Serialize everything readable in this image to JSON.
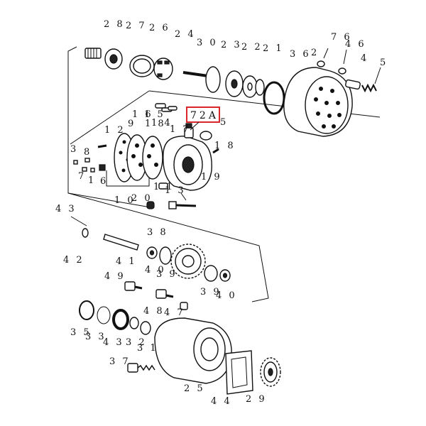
{
  "diagram": {
    "highlight": {
      "text": "72A",
      "color": "#d9262b"
    },
    "labels": [
      {
        "id": "28",
        "text": "2 8"
      },
      {
        "id": "27",
        "text": "2 7"
      },
      {
        "id": "26",
        "text": "2 6"
      },
      {
        "id": "24",
        "text": "2 4"
      },
      {
        "id": "30",
        "text": "3 0"
      },
      {
        "id": "23",
        "text": "2 3"
      },
      {
        "id": "22",
        "text": "2 2"
      },
      {
        "id": "21",
        "text": "2 1"
      },
      {
        "id": "36",
        "text": "3 6"
      },
      {
        "id": "2a",
        "text": "2"
      },
      {
        "id": "7-6",
        "text": "7 6"
      },
      {
        "id": "4-6",
        "text": "4 6"
      },
      {
        "id": "4a",
        "text": "4"
      },
      {
        "id": "5a",
        "text": "5"
      },
      {
        "id": "16",
        "text": "1 6"
      },
      {
        "id": "15",
        "text": "1 5"
      },
      {
        "id": "18a",
        "text": "1 8"
      },
      {
        "id": "5b",
        "text": "5"
      },
      {
        "id": "12",
        "text": "1 2"
      },
      {
        "id": "9",
        "text": "9"
      },
      {
        "id": "14",
        "text": "1 4"
      },
      {
        "id": "17",
        "text": "1 7"
      },
      {
        "id": "18b",
        "text": "1 8"
      },
      {
        "id": "3a",
        "text": "3"
      },
      {
        "id": "8a",
        "text": "8"
      },
      {
        "id": "7a",
        "text": "7"
      },
      {
        "id": "1a",
        "text": "1"
      },
      {
        "id": "6a",
        "text": "6"
      },
      {
        "id": "11",
        "text": "1 1"
      },
      {
        "id": "13",
        "text": "1 3"
      },
      {
        "id": "19",
        "text": "1 9"
      },
      {
        "id": "10",
        "text": "1 0"
      },
      {
        "id": "20",
        "text": "2 0"
      },
      {
        "id": "43",
        "text": "4 3"
      },
      {
        "id": "42",
        "text": "4 2"
      },
      {
        "id": "41",
        "text": "4 1"
      },
      {
        "id": "38",
        "text": "3 8"
      },
      {
        "id": "40a",
        "text": "4 0"
      },
      {
        "id": "39a",
        "text": "3 9"
      },
      {
        "id": "49",
        "text": "4 9"
      },
      {
        "id": "39b",
        "text": "3 9"
      },
      {
        "id": "40b",
        "text": "4 0"
      },
      {
        "id": "48",
        "text": "4 8"
      },
      {
        "id": "47",
        "text": "4 7"
      },
      {
        "id": "35",
        "text": "3 5"
      },
      {
        "id": "33",
        "text": "3 3"
      },
      {
        "id": "4-3",
        "text": "4 3"
      },
      {
        "id": "32",
        "text": "3 2"
      },
      {
        "id": "31",
        "text": "3 1"
      },
      {
        "id": "37",
        "text": "3 7"
      },
      {
        "id": "25",
        "text": "2 5"
      },
      {
        "id": "44",
        "text": "4 4"
      },
      {
        "id": "29",
        "text": "2 9"
      }
    ]
  }
}
